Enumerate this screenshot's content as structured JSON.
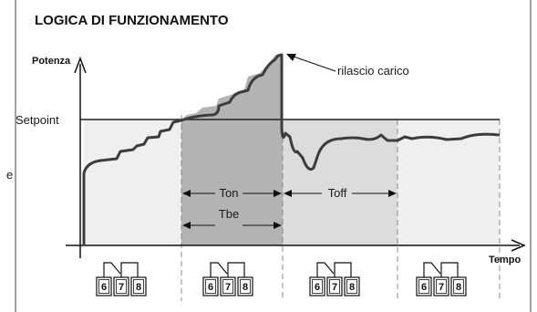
{
  "title": "LOGICA DI FUNZIONAMENTO",
  "axes": {
    "y_label": "Potenza",
    "x_label": "Tempo"
  },
  "setpoint_label": "Setpoint",
  "annotation": "rilascio carico",
  "intervals": {
    "on": "Ton",
    "off": "Toff",
    "be": "Tbe"
  },
  "side_fragment": "e",
  "relay_groups": [
    {
      "terminals": [
        "6",
        "7",
        "8"
      ]
    },
    {
      "terminals": [
        "6",
        "7",
        "8"
      ]
    },
    {
      "terminals": [
        "6",
        "7",
        "8"
      ]
    },
    {
      "terminals": [
        "6",
        "7",
        "8"
      ]
    }
  ],
  "colors": {
    "on_zone": "#b3b3b3",
    "off_zone": "#dcdcdc",
    "below_setpoint": "#efefef",
    "curve": "#3c3c3c"
  }
}
